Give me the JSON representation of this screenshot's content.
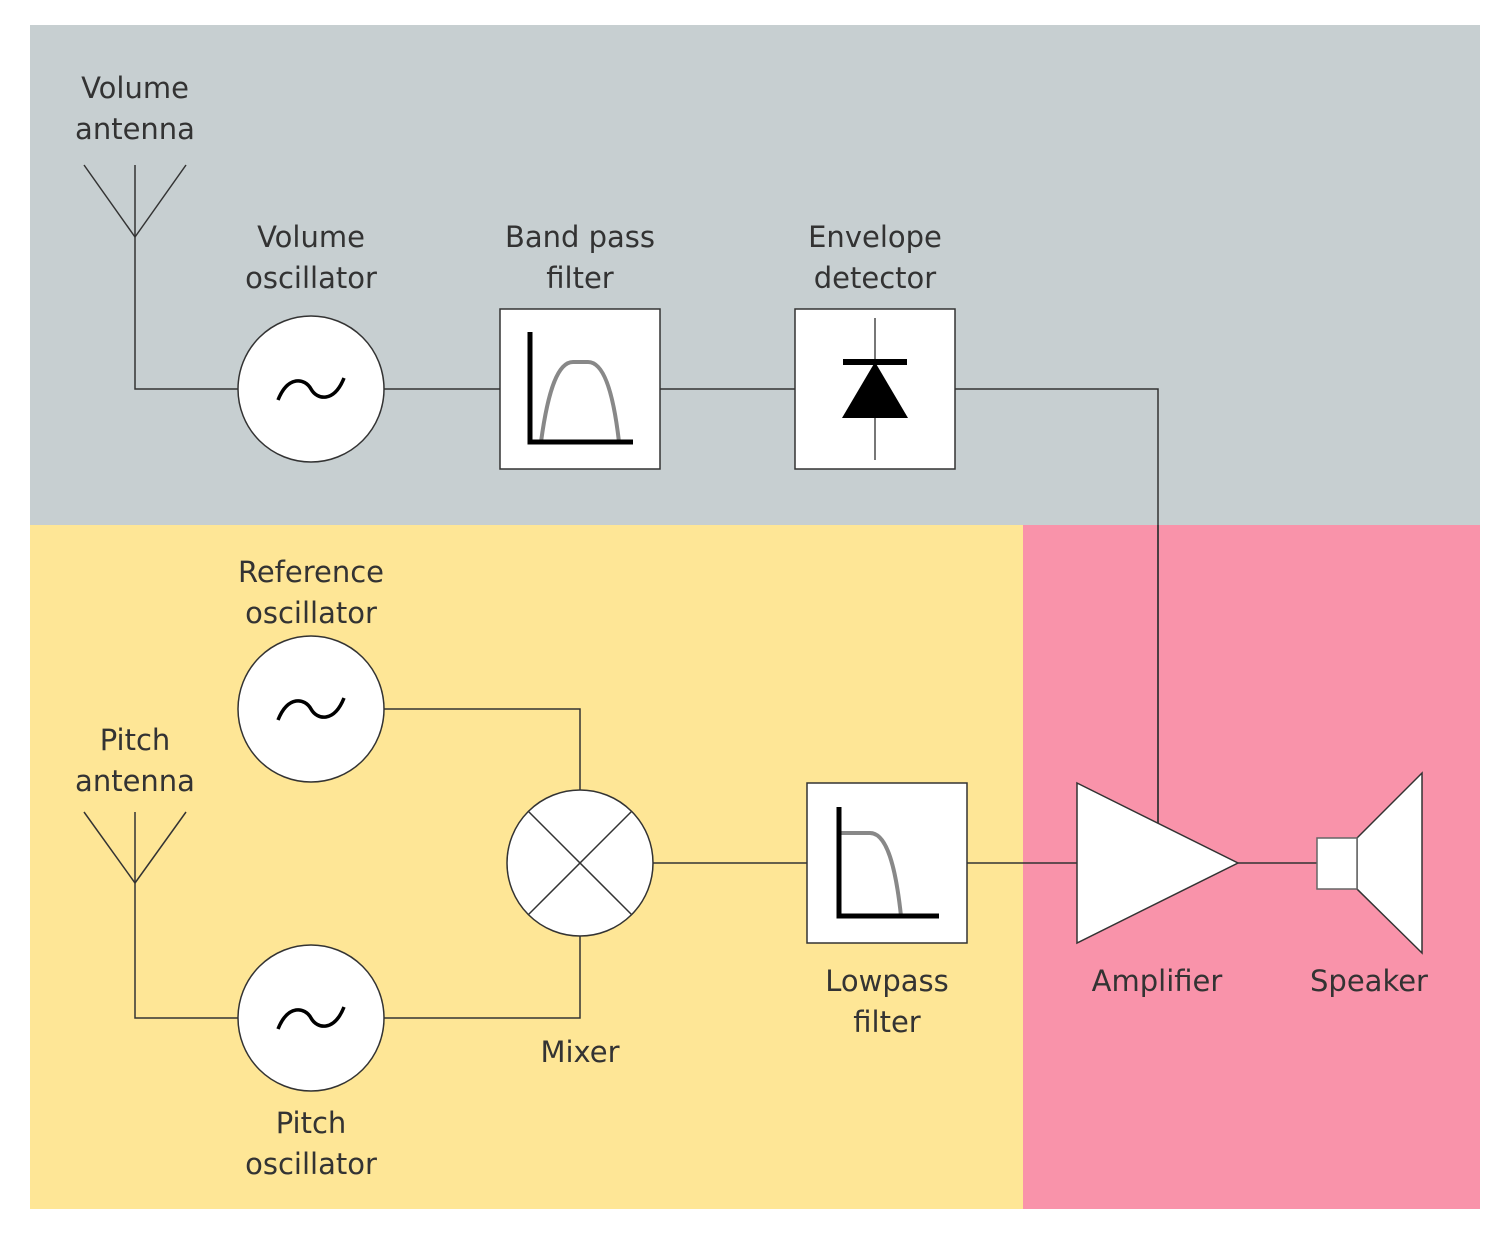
{
  "colors": {
    "volume_section": "#c7cfd1",
    "pitch_section": "#fee696",
    "output_section": "#f993aa",
    "wire": "#333333",
    "curve": "#888888"
  },
  "labels": {
    "volume_antenna": [
      "Volume",
      "antenna"
    ],
    "volume_oscillator": [
      "Volume",
      "oscillator"
    ],
    "band_pass_filter": [
      "Band pass",
      "filter"
    ],
    "envelope_detector": [
      "Envelope",
      "detector"
    ],
    "reference_oscillator": [
      "Reference",
      "oscillator"
    ],
    "pitch_antenna": [
      "Pitch",
      "antenna"
    ],
    "pitch_oscillator": [
      "Pitch",
      "oscillator"
    ],
    "mixer": [
      "Mixer"
    ],
    "lowpass_filter": [
      "Lowpass",
      "filter"
    ],
    "amplifier": [
      "Amplifier"
    ],
    "speaker": [
      "Speaker"
    ]
  },
  "icons": {
    "antenna": "antenna-icon",
    "oscillator": "sine-wave-icon",
    "band_pass": "bandpass-response-icon",
    "diode": "diode-icon",
    "mixer": "mixer-cross-icon",
    "lowpass": "lowpass-response-icon",
    "amplifier": "amplifier-triangle-icon",
    "speaker": "speaker-icon"
  }
}
